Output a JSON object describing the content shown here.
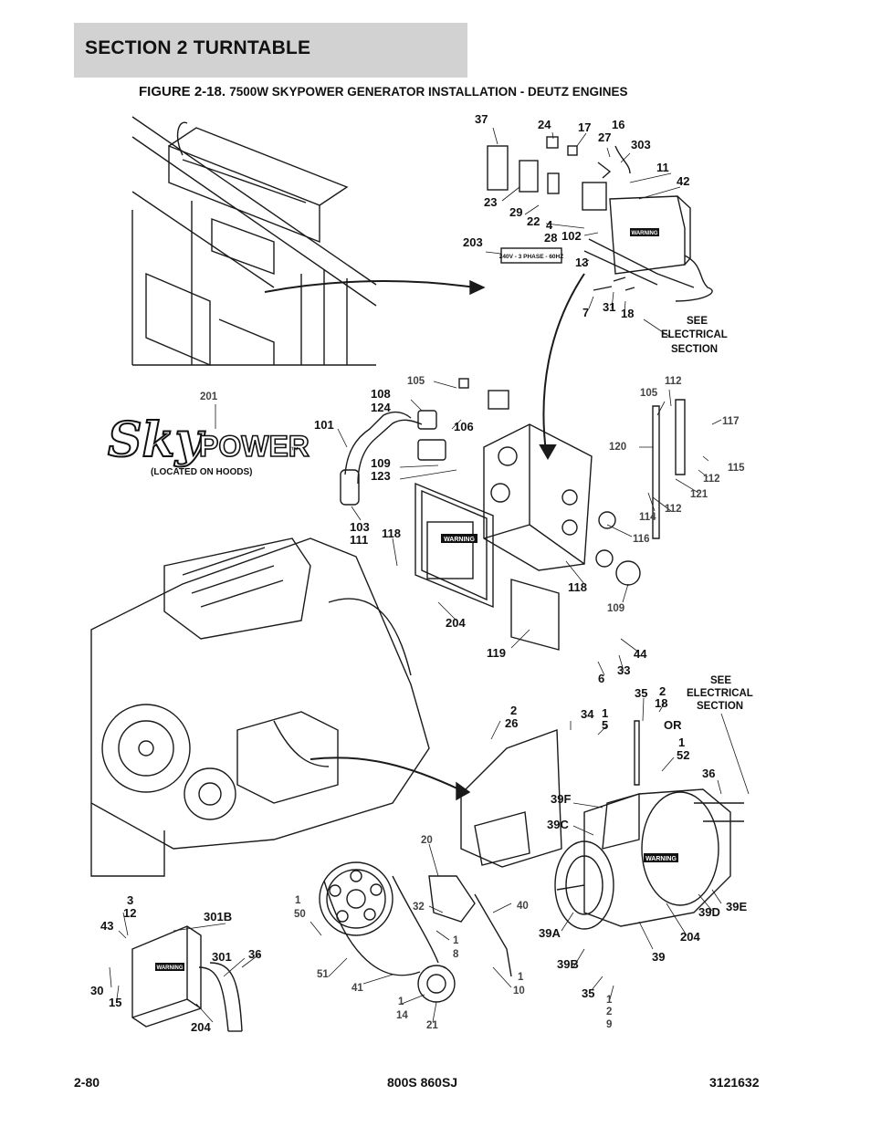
{
  "header": {
    "section": "SECTION 2   TURNTABLE"
  },
  "figure": {
    "number": "FIGURE 2-18.",
    "caption": "7500W SKYPOWER GENERATOR INSTALLATION - DEUTZ ENGINES"
  },
  "decal": {
    "brand_sky": "Sky",
    "brand_power": "POWER",
    "tm": "™",
    "note": "(LOCATED ON HOODS)",
    "phase_label": "240V - 3 PHASE - 60HZ",
    "warning_word": "WARNING"
  },
  "callouts": [
    "37",
    "24",
    "17",
    "16",
    "27",
    "303",
    "11",
    "42",
    "23",
    "29",
    "22",
    "4",
    "28",
    "102",
    "203",
    "13",
    "7",
    "31",
    "18",
    "SEE",
    "ELECTRICAL",
    "SECTION",
    "201",
    "105",
    "108",
    "124",
    "106",
    "112",
    "105",
    "117",
    "101",
    "120",
    "109",
    "123",
    "115",
    "112",
    "121",
    "103",
    "111",
    "118",
    "114",
    "112",
    "116",
    "118",
    "109",
    "204",
    "119",
    "44",
    "6",
    "33",
    "SEE",
    "ELECTRICAL",
    "SECTION",
    "35",
    "2",
    "18",
    "OR",
    "2",
    "26",
    "34",
    "1",
    "5",
    "1",
    "52",
    "36",
    "39F",
    "39C",
    "20",
    "3",
    "12",
    "1",
    "50",
    "301B",
    "43",
    "32",
    "40",
    "301",
    "36",
    "39A",
    "1",
    "8",
    "39E",
    "39D",
    "204",
    "39",
    "30",
    "15",
    "51",
    "41",
    "1",
    "10",
    "39B",
    "35",
    "204",
    "1",
    "14",
    "21",
    "1",
    "2",
    "9"
  ],
  "footer": {
    "page": "2-80",
    "model": "800S 860SJ",
    "doc": "3121632"
  }
}
